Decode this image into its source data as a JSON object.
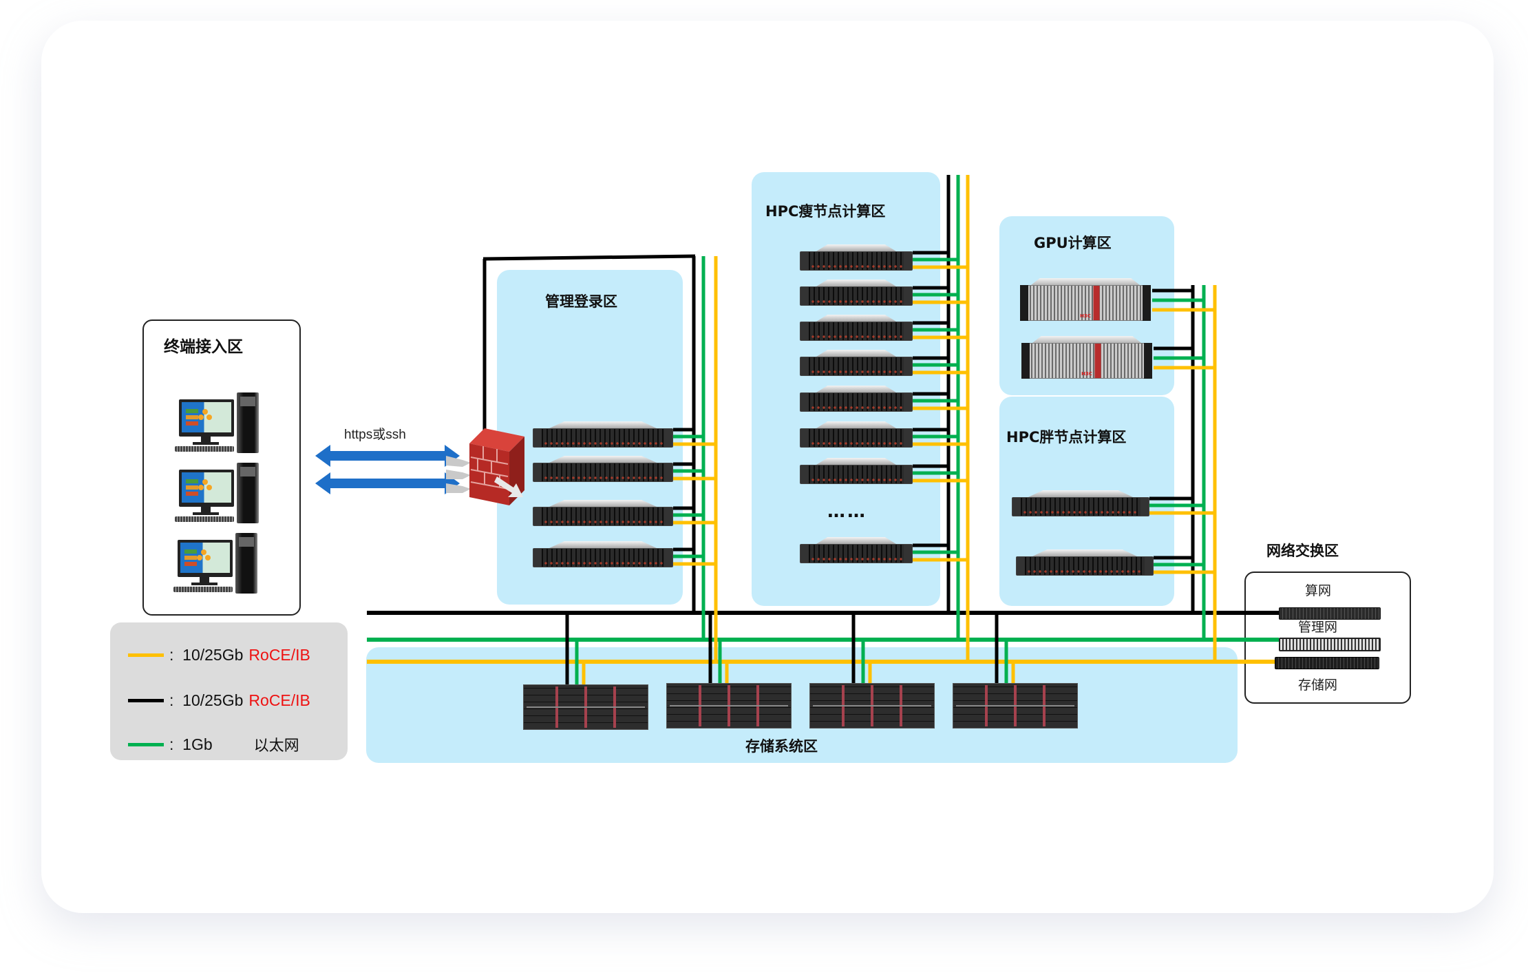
{
  "zones": {
    "terminal": {
      "title": "终端接入区",
      "pc_count": 3
    },
    "management": {
      "title": "管理登录区",
      "server_count": 4
    },
    "hpc_thin": {
      "title": "HPC瘦节点计算区",
      "server_count": 8,
      "ellipsis": "……"
    },
    "gpu": {
      "title": "GPU计算区",
      "server_count": 2,
      "brand": "H3C"
    },
    "hpc_fat": {
      "title": "HPC胖节点计算区",
      "server_count": 2
    },
    "storage": {
      "title": "存储系统区",
      "array_count": 4
    },
    "network": {
      "title": "网络交换区",
      "switches": [
        {
          "label": "算网"
        },
        {
          "label": "管理网"
        },
        {
          "label": "存储网"
        }
      ]
    }
  },
  "connection": {
    "label": "https或ssh"
  },
  "legend": {
    "items": [
      {
        "color": "#ffc000",
        "speed": "10/25Gb",
        "type": "RoCE/IB",
        "sep": ":"
      },
      {
        "color": "#000000",
        "speed": "10/25Gb",
        "type": "RoCE/IB",
        "sep": ":"
      },
      {
        "color": "#00b050",
        "speed": "1Gb",
        "type": "以太网",
        "sep": ":"
      }
    ]
  },
  "colors": {
    "zone_fill": "#c5ecfb",
    "roce_yellow": "#ffc000",
    "roce_black": "#000000",
    "ethernet_green": "#00b050",
    "legend_accent_red": "#ee1111",
    "https_arrow_blue": "#1e6fc8",
    "firewall_red": "#c0302a"
  }
}
